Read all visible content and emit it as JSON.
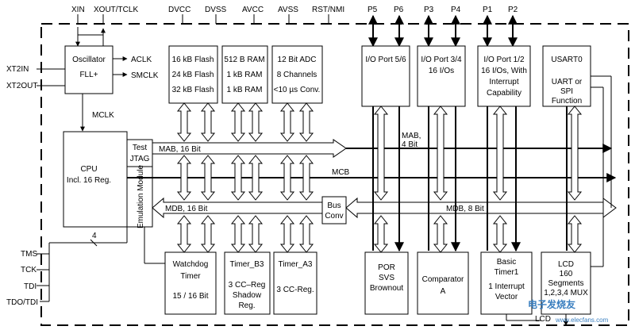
{
  "top_pins": {
    "xin": "XIN",
    "xout": "XOUT/TCLK",
    "dvcc": "DVCC",
    "dvss": "DVSS",
    "avcc": "AVCC",
    "avss": "AVSS",
    "rst": "RST/NMI",
    "p5": "P5",
    "p6": "P6",
    "p3": "P3",
    "p4": "P4",
    "p1": "P1",
    "p2": "P2"
  },
  "left_pins": {
    "xt2in": "XT2IN",
    "xt2out": "XT2OUT",
    "tms": "TMS",
    "tck": "TCK",
    "tdi": "TDI",
    "tdo": "TDO/TDI",
    "jtag_width": "4"
  },
  "clock": {
    "osc_title": "Oscillator",
    "osc_sub": "FLL+",
    "aclk": "ACLK",
    "smclk": "SMCLK",
    "mclk": "MCLK"
  },
  "cpu": {
    "line1": "CPU",
    "line2": "Incl. 16 Reg."
  },
  "test_jtag": {
    "line1": "Test",
    "line2": "JTAG"
  },
  "emulation": "Emulation Module",
  "buses": {
    "mab16": "MAB, 16 Bit",
    "mab4_line1": "MAB,",
    "mab4_line2": "4 Bit",
    "mcb": "MCB",
    "mdb16": "MDB, 16 Bit",
    "mdb8": "MDB, 8 Bit"
  },
  "bus_conv": {
    "line1": "Bus",
    "line2": "Conv"
  },
  "flash": [
    "16 kB Flash",
    "24 kB Flash",
    "32 kB Flash"
  ],
  "ram": [
    "512 B RAM",
    "1 kB RAM",
    "1 kB RAM"
  ],
  "adc": [
    "12 Bit ADC",
    "8 Channels",
    "<10 µs Conv."
  ],
  "io56": {
    "line1": "I/O Port 5/6"
  },
  "io34": {
    "line1": "I/O Port 3/4",
    "line2": "16 I/Os"
  },
  "io12": [
    "I/O Port 1/2",
    "16 I/Os, With",
    "Interrupt",
    "Capability"
  ],
  "usart": [
    "USART0",
    "UART or",
    "SPI",
    "Function"
  ],
  "watchdog": [
    "Watchdog",
    "Timer",
    "15 / 16 Bit"
  ],
  "timer_b3": [
    "Timer_B3",
    "3 CC–Reg",
    "Shadow",
    "Reg."
  ],
  "timer_a3": [
    "Timer_A3",
    "3 CC-Reg."
  ],
  "por": [
    "POR",
    "SVS",
    "Brownout"
  ],
  "comparator": [
    "Comparator",
    "A"
  ],
  "basic_timer": [
    "Basic",
    "Timer1",
    "1 Interrupt",
    "Vector"
  ],
  "lcd": [
    "LCD",
    "160",
    "Segments",
    "1,2,3,4 MUX"
  ],
  "lcd_out": "LCD",
  "watermark": {
    "cn": "电子发烧友",
    "en": "www.elecfans.com"
  },
  "colors": {
    "line": "#000000",
    "background": "#ffffff",
    "watermark": "#3a7fc0"
  }
}
